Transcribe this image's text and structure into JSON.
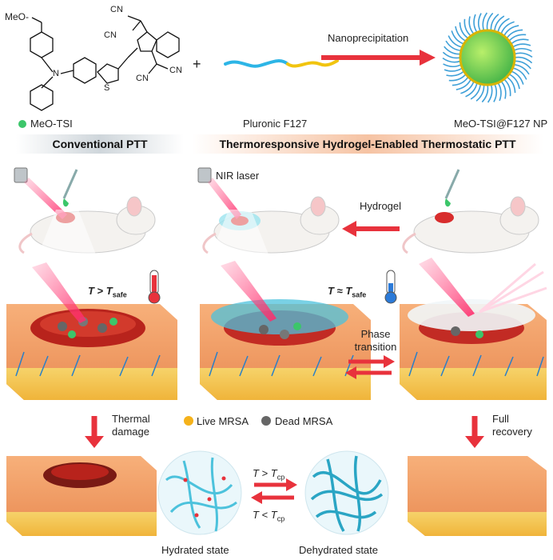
{
  "top_row": {
    "molecule_label": "MeO-TSI",
    "molecule_group_label": "MeO-",
    "cn_label": "CN",
    "n_label": "N",
    "s_label": "S",
    "plus_sign": "+",
    "polymer_label": "Pluronic F127",
    "process_label": "Nanoprecipitation",
    "nanoparticle_label": "MeO-TSI@F127 NP"
  },
  "banners": {
    "left": "Conventional PTT",
    "right": "Thermoresponsive Hydrogel-Enabled Thermostatic PTT"
  },
  "middle_row": {
    "nir_label": "NIR laser",
    "hydrogel_label": "Hydrogel",
    "temp_high": {
      "T": "T",
      "op": " > ",
      "T2": "T",
      "sub": "safe"
    },
    "temp_eq": {
      "T": "T",
      "op": " ≈ ",
      "T2": "T",
      "sub": "safe"
    },
    "phase_line1": "Phase",
    "phase_line2": "transition"
  },
  "bottom_row": {
    "thermal_line1": "Thermal",
    "thermal_line2": "damage",
    "recovery_line1": "Full",
    "recovery_line2": "recovery",
    "live_legend": "Live MRSA",
    "dead_legend": "Dead MRSA",
    "tcp_above": {
      "T": "T",
      "op": " > ",
      "T2": "T",
      "sub": "cp"
    },
    "tcp_below": {
      "T": "T",
      "op": " < ",
      "T2": "T",
      "sub": "cp"
    },
    "hydrated_label": "Hydrated state",
    "dehydrated_label": "Dehydrated state"
  },
  "colors": {
    "arrow_red": "#e8323c",
    "skin_orange": "#f3a66a",
    "hydrogel_blue": "#4cc2dc",
    "live_mrsa": "#f5b21b",
    "dead_mrsa": "#666666",
    "green_dot": "#3cc66a"
  },
  "icons": [
    "laser-head-icon",
    "syringe-icon",
    "thermometer-icon",
    "mouse-icon"
  ]
}
